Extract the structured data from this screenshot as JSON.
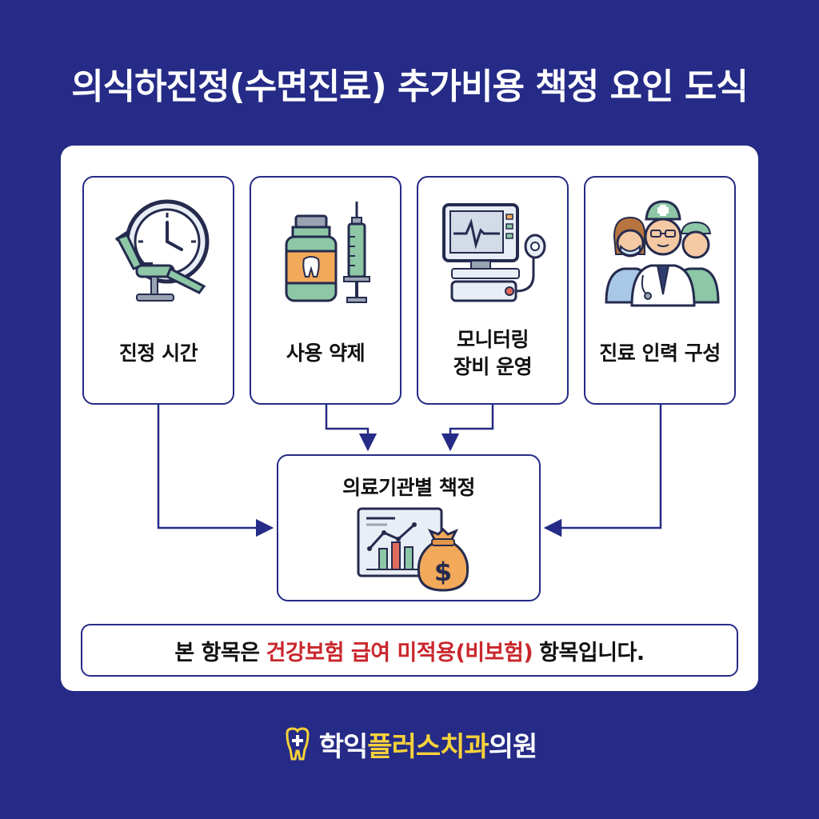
{
  "title": "의식하진정(수면진료) 추가비용 책정 요인 도식",
  "factors": [
    {
      "label": "진정 시간",
      "icon": "dental-chair-clock-icon"
    },
    {
      "label": "사용 약제",
      "icon": "medicine-bottle-syringe-icon"
    },
    {
      "label_line1": "모니터링",
      "label_line2": "장비 운영",
      "icon": "patient-monitor-icon"
    },
    {
      "label": "진료 인력 구성",
      "icon": "medical-staff-icon"
    }
  ],
  "result": {
    "label": "의료기관별 책정",
    "icon": "chart-money-bag-icon"
  },
  "notice": {
    "prefix": "본 항목은",
    "highlight": "건강보험 급여 미적용(비보험)",
    "suffix": "항목입니다."
  },
  "brand": {
    "part1": "학익",
    "part2": "플러스치과",
    "part3": "의원",
    "icon": "tooth-cross-icon"
  },
  "colors": {
    "background": "#252b86",
    "highlight": "#c9262b",
    "brand_accent": "#f6d23a"
  }
}
